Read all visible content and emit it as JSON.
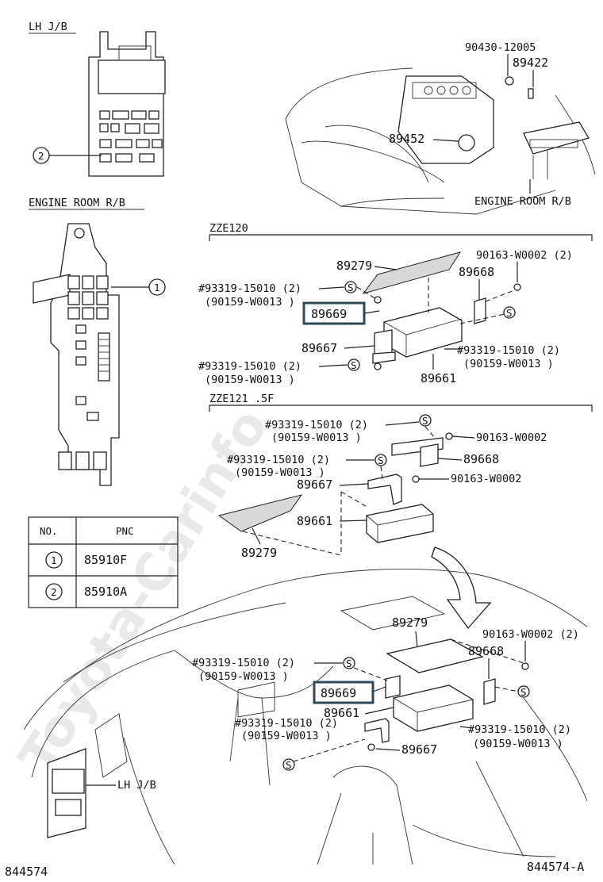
{
  "headers": {
    "lh_jb": "LH J/B",
    "engine_room_rb": "ENGINE ROOM R/B",
    "zze120": "ZZE120",
    "zze121": "ZZE121 .5F",
    "engine_room_rb_top": "ENGINE ROOM R/B",
    "lh_jb_bottom": "LH J/B"
  },
  "callouts": {
    "c1": "1",
    "c2": "2"
  },
  "pnc_table": {
    "col_no": "NO.",
    "col_pnc": "PNC",
    "rows": [
      {
        "no": "1",
        "pnc": "85910F"
      },
      {
        "no": "2",
        "pnc": "85910A"
      }
    ]
  },
  "top_engine": {
    "p1": "90430-12005",
    "p2": "89422",
    "p3": "89452"
  },
  "zze120_section": {
    "p89279": "89279",
    "p90163": "90163-W0002 (2)",
    "p89668": "89668",
    "bolt_a": "#93319-15010 (2)",
    "bolt_a_sub": "(90159-W0013 )",
    "p89669": "89669",
    "bolt_b": "#93319-15010 (2)",
    "bolt_b_sub": "(90159-W0013 )",
    "p89667": "89667",
    "bolt_c": "#93319-15010 (2)",
    "bolt_c_sub": "(90159-W0013 )",
    "p89661": "89661"
  },
  "zze121_section": {
    "bolt_a": "#93319-15010 (2)",
    "bolt_a_sub": "(90159-W0013 )",
    "p90163a": "90163-W0002",
    "p89668": "89668",
    "bolt_b": "#93319-15010 (2)",
    "bolt_b_sub": "(90159-W0013 )",
    "p89667": "89667",
    "p90163b": "90163-W0002",
    "p89661": "89661",
    "p89279": "89279"
  },
  "dash_section": {
    "p89279": "89279",
    "p90163": "90163-W0002 (2)",
    "p89668": "89668",
    "bolt_a": "#93319-15010 (2)",
    "bolt_a_sub": "(90159-W0013 )",
    "p89669": "89669",
    "p89661": "89661",
    "bolt_b": "#93319-15010 (2)",
    "bolt_b_sub": "(90159-W0013 )",
    "bolt_c": "#93319-15010 (2)",
    "bolt_c_sub": "(90159-W0013 )",
    "p89667": "89667"
  },
  "footer": {
    "left_code": "844574",
    "right_code": "844574-A"
  },
  "watermark": "Toyota-Carinfo",
  "colors": {
    "highlight": "#2e4a5a"
  }
}
